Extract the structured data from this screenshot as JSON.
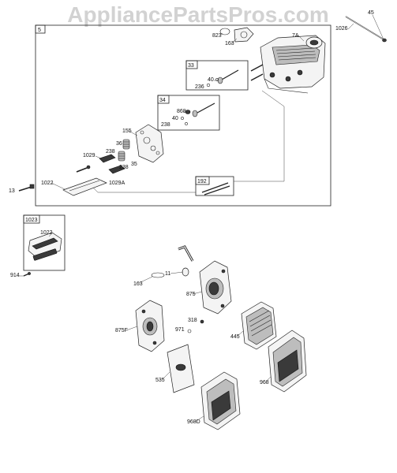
{
  "watermark": "AppliancePartsPros.com",
  "group_boxes": {
    "main": "5",
    "valve_exhaust": "33",
    "valve_intake": "34",
    "pushrods": "192",
    "valve_cover_kit": "1023"
  },
  "labels": {
    "p45": "45",
    "p1026": "1026",
    "p823": "823",
    "p163a": "163",
    "p7a": "7A",
    "p40a": "40",
    "p236a": "236",
    "p868": "868",
    "p40b": "40",
    "p238a": "238",
    "p155": "155",
    "p36": "36",
    "p1029": "1029",
    "p238b": "238",
    "p35": "35",
    "p238c": "238",
    "p1022a": "1022",
    "p13": "13",
    "p1029a": "1029A",
    "p1022b": "1022",
    "p914": "914",
    "p11": "11",
    "p163b": "163",
    "p875": "875",
    "p875f": "875F",
    "p318": "318",
    "p971": "971",
    "p445": "445",
    "p535": "535",
    "p968": "968",
    "p968d": "968D"
  }
}
